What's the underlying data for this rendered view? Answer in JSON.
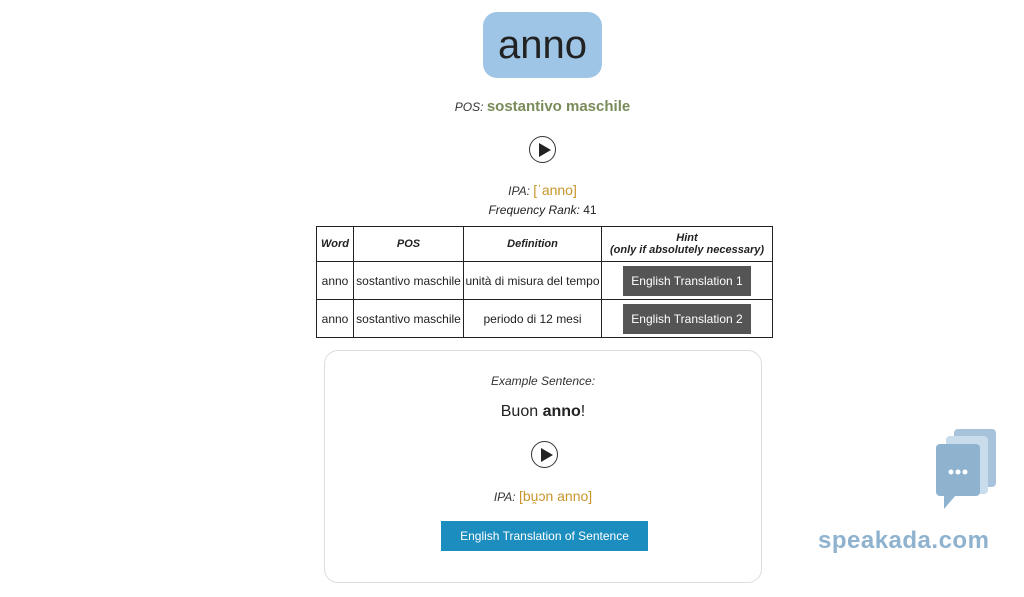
{
  "word": "anno",
  "pos": {
    "label": "POS:",
    "value": "sostantivo maschile"
  },
  "ipa": {
    "label": "IPA:",
    "value": "[ˈanno]"
  },
  "frequency": {
    "label": "Frequency Rank:",
    "value": "41"
  },
  "table": {
    "headers": [
      "Word",
      "POS",
      "Definition",
      "Hint",
      "(only if absolutely necessary)"
    ],
    "rows": [
      {
        "word": "anno",
        "pos": "sostantivo maschile",
        "definition": "unità di misura del tempo",
        "hint": "English Translation 1"
      },
      {
        "word": "anno",
        "pos": "sostantivo maschile",
        "definition": "periodo di 12 mesi",
        "hint": "English Translation 2"
      }
    ]
  },
  "example": {
    "label": "Example Sentence:",
    "sentence_prefix": "Buon ",
    "sentence_bold": "anno",
    "sentence_suffix": "!",
    "ipa_label": "IPA:",
    "ipa_value": "[bu̯ɔn anno]",
    "translation_button": "English Translation of Sentence"
  },
  "brand": {
    "name": "speakada.com",
    "icon": "chat-bubbles-icon",
    "color": "#8fb3cf"
  },
  "colors": {
    "word_box": "#9ec5e6",
    "pos_value": "#7a8b5a",
    "ipa_value": "#c8952a",
    "hint_button": "#555555",
    "translation_button": "#1b8dbf"
  }
}
